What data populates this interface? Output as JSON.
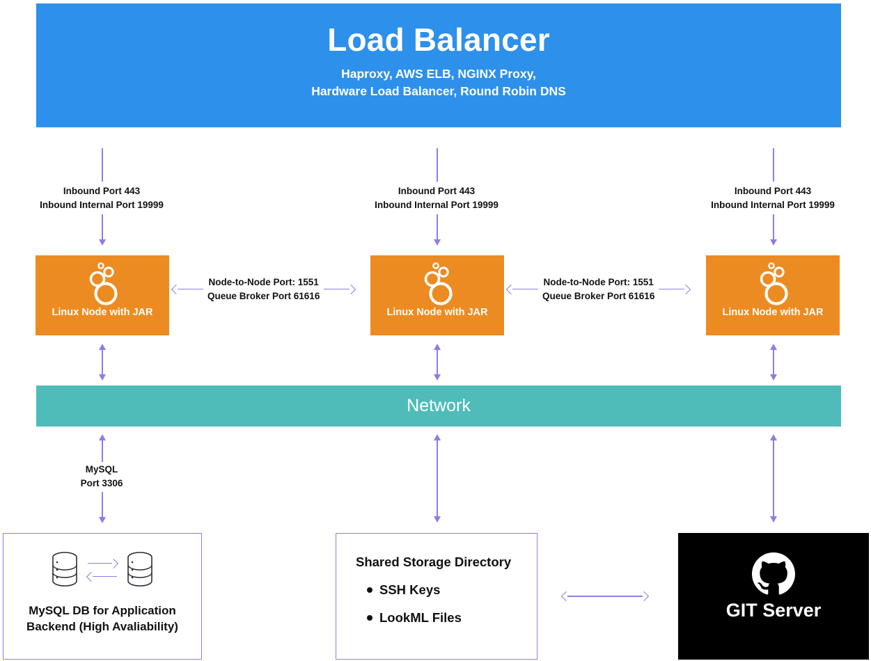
{
  "diagram": {
    "colors": {
      "load_balancer_blue": "#2d90eb",
      "node_orange": "#ec8b22",
      "network_teal": "#4fbcba",
      "arrow_purple": "#8b7ee8",
      "git_black": "#000000",
      "box_border_purple": "#8b7ee8"
    },
    "load_balancer": {
      "title": "Load Balancer",
      "subtitle_line1": "Haproxy, AWS ELB, NGINX Proxy,",
      "subtitle_line2": "Hardware Load Balancer, Round Robin DNS"
    },
    "inbound_connectors": [
      {
        "line1": "Inbound Port 443",
        "line2": "Inbound Internal Port 19999"
      },
      {
        "line1": "Inbound Port 443",
        "line2": "Inbound Internal Port 19999"
      },
      {
        "line1": "Inbound Port 443",
        "line2": "Inbound Internal Port 19999"
      }
    ],
    "nodes": [
      {
        "label": "Linux Node with JAR",
        "icon": "bubbles-cluster-icon"
      },
      {
        "label": "Linux Node with JAR",
        "icon": "bubbles-cluster-icon"
      },
      {
        "label": "Linux Node with JAR",
        "icon": "bubbles-cluster-icon"
      }
    ],
    "node_to_node_connectors": [
      {
        "line1": "Node-to-Node Port: 1551",
        "line2": "Queue Broker Port 61616"
      },
      {
        "line1": "Node-to-Node Port: 1551",
        "line2": "Queue Broker Port 61616"
      }
    ],
    "network": {
      "label": "Network"
    },
    "mysql_connector": {
      "line1": "MySQL",
      "line2": "Port 3306"
    },
    "database": {
      "caption_line1": "MySQL DB for Application",
      "caption_line2": "Backend (High Avaliability)",
      "icon_left": "database-cylinder-icon",
      "icon_right": "database-cylinder-icon",
      "replication_arrow_forward": "arrow-right-icon",
      "replication_arrow_back": "arrow-left-icon"
    },
    "shared_storage": {
      "title": "Shared Storage Directory",
      "items": [
        {
          "label": "SSH Keys"
        },
        {
          "label": "LookML Files"
        }
      ]
    },
    "git_server": {
      "label": "GIT Server",
      "icon": "github-octocat-icon"
    }
  }
}
